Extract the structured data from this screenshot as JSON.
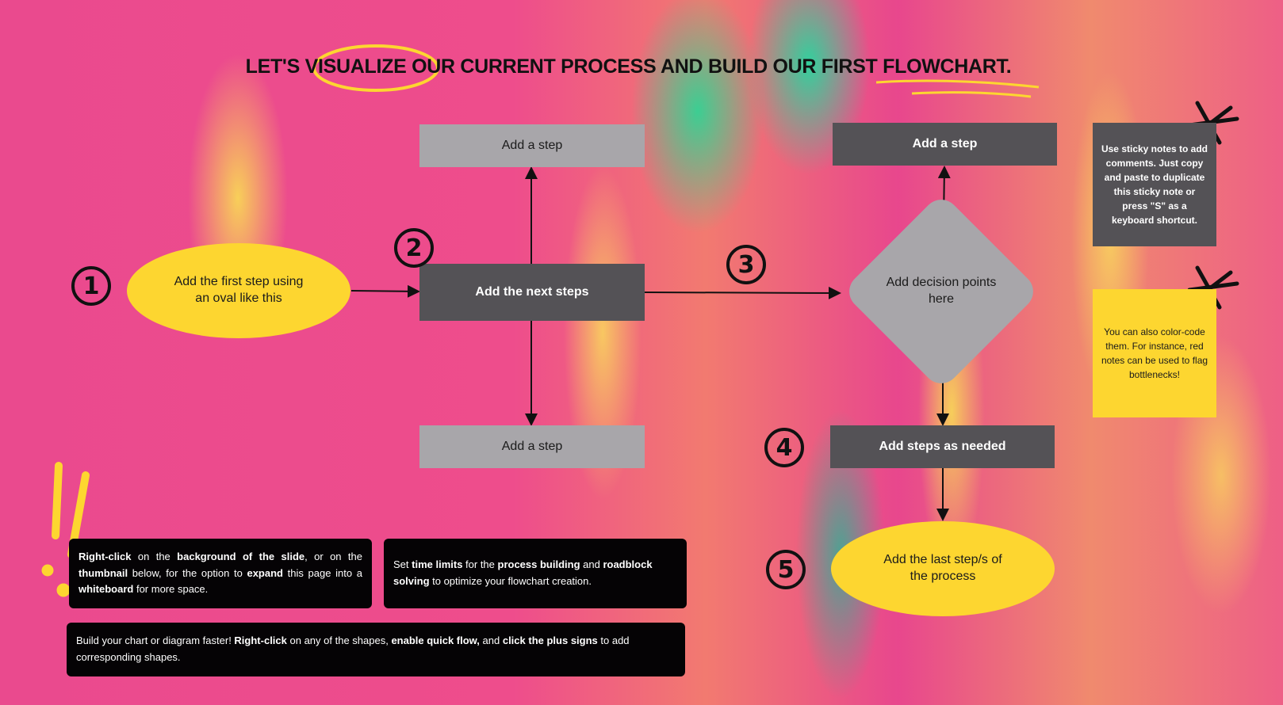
{
  "title": "LET'S VISUALIZE OUR CURRENT PROCESS AND BUILD OUR FIRST FLOWCHART.",
  "colors": {
    "yellow": "#fdd630",
    "dark": "#545256",
    "light": "#a8a6aa",
    "note": "#050305"
  },
  "steps": {
    "first": "Add the first step using an oval like this",
    "top_left": "Add a step",
    "next": "Add the next steps",
    "bottom_left": "Add a step",
    "top_right": "Add a step",
    "decision": "Add decision points here",
    "as_needed": "Add steps as needed",
    "last": "Add the last step/s of the process"
  },
  "numbers": [
    "1",
    "2",
    "3",
    "4",
    "5"
  ],
  "stickies": [
    "Use sticky notes to add comments. Just copy and paste to duplicate this sticky note or press \"S\" as a keyboard shortcut.",
    "You can also color-code them. For instance, red notes can be used to flag bottlenecks!"
  ],
  "notes": [
    {
      "segments": [
        {
          "t": "Right-click",
          "b": true
        },
        {
          "t": " on the ",
          "b": false
        },
        {
          "t": "background of the slide",
          "b": true
        },
        {
          "t": ", or on the ",
          "b": false
        },
        {
          "t": "thumbnail",
          "b": true
        },
        {
          "t": " below, for the option to ",
          "b": false
        },
        {
          "t": "expand",
          "b": true
        },
        {
          "t": " this page into a ",
          "b": false
        },
        {
          "t": "whiteboard",
          "b": true
        },
        {
          "t": " for more space.",
          "b": false
        }
      ]
    },
    {
      "segments": [
        {
          "t": "Set ",
          "b": false
        },
        {
          "t": "time limits",
          "b": true
        },
        {
          "t": " for the ",
          "b": false
        },
        {
          "t": "process building",
          "b": true
        },
        {
          "t": " and ",
          "b": false
        },
        {
          "t": "roadblock solving",
          "b": true
        },
        {
          "t": " to optimize your flowchart creation.",
          "b": false
        }
      ]
    },
    {
      "segments": [
        {
          "t": "Build your chart or diagram faster! ",
          "b": false
        },
        {
          "t": "Right-click",
          "b": true
        },
        {
          "t": " on any of the shapes, ",
          "b": false
        },
        {
          "t": "enable quick flow,",
          "b": true
        },
        {
          "t": " and ",
          "b": false
        },
        {
          "t": "click the plus signs",
          "b": true
        },
        {
          "t": " to add corresponding shapes.",
          "b": false
        }
      ]
    }
  ]
}
